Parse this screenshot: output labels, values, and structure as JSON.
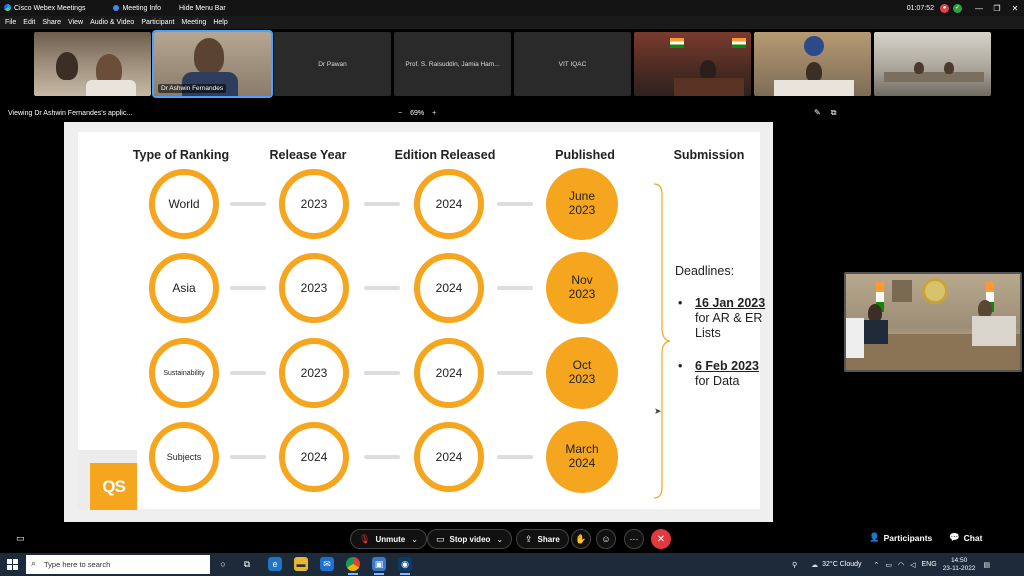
{
  "titlebar": {
    "app_name": "Cisco Webex Meetings",
    "meeting_info": "Meeting Info",
    "hide_menu_bar": "Hide Menu Bar",
    "time": "01:07:52",
    "rec_icon": "record-icon",
    "security_icon": "shield-check-icon",
    "min_glyph": "—",
    "max_glyph": "❐",
    "close_glyph": "✕"
  },
  "menubar": {
    "items": [
      "File",
      "Edit",
      "Share",
      "View",
      "Audio & Video",
      "Participant",
      "Meeting",
      "Help"
    ]
  },
  "participants": [
    {
      "name": "",
      "video": true
    },
    {
      "name": "Dr Ashwin Fernandes",
      "video": true,
      "active": true
    },
    {
      "name": "Dr Pawan",
      "video": false
    },
    {
      "name": "Prof. S. Raisuddin, Jamia Ham...",
      "video": false
    },
    {
      "name": "VIT IQAC",
      "video": false
    },
    {
      "name": "",
      "video": true
    },
    {
      "name": "",
      "video": true
    },
    {
      "name": "",
      "video": true
    }
  ],
  "share_bar": {
    "viewing_label": "Viewing Dr Ashwin Fernandes's applic...",
    "zoom_out": "−",
    "zoom_level": "69%",
    "zoom_in": "+"
  },
  "slide": {
    "headers": {
      "type": "Type of Ranking",
      "release": "Release Year",
      "edition": "Edition Released",
      "published": "Published",
      "submission": "Submission"
    },
    "rows": [
      {
        "type": "World",
        "release": "2023",
        "edition": "2024",
        "published": "June\n2023"
      },
      {
        "type": "Asia",
        "release": "2023",
        "edition": "2024",
        "published": "Nov\n2023"
      },
      {
        "type": "Sustainability",
        "release": "2023",
        "edition": "2024",
        "published": "Oct\n2023"
      },
      {
        "type": "Subjects",
        "release": "2024",
        "edition": "2024",
        "published": "March\n2024"
      }
    ],
    "deadlines_title": "Deadlines:",
    "deadlines": [
      {
        "bullet": "•",
        "date": "16 Jan 2023",
        "text": "for AR & ER Lists"
      },
      {
        "bullet": "•",
        "date": "6 Feb 2023",
        "text": "for Data"
      }
    ],
    "logo_text": "QS",
    "accent_color": "#f5a51e"
  },
  "controls": {
    "unmute": "Unmute",
    "stop_video": "Stop video",
    "share": "Share",
    "participants": "Participants",
    "chat": "Chat",
    "more_glyph": "···",
    "end_glyph": "✕"
  },
  "taskbar": {
    "search_placeholder": "Type here to search",
    "weather": "32°C Cloudy",
    "lang": "ENG",
    "clock_time": "14:50",
    "clock_date": "23-11-2022"
  }
}
